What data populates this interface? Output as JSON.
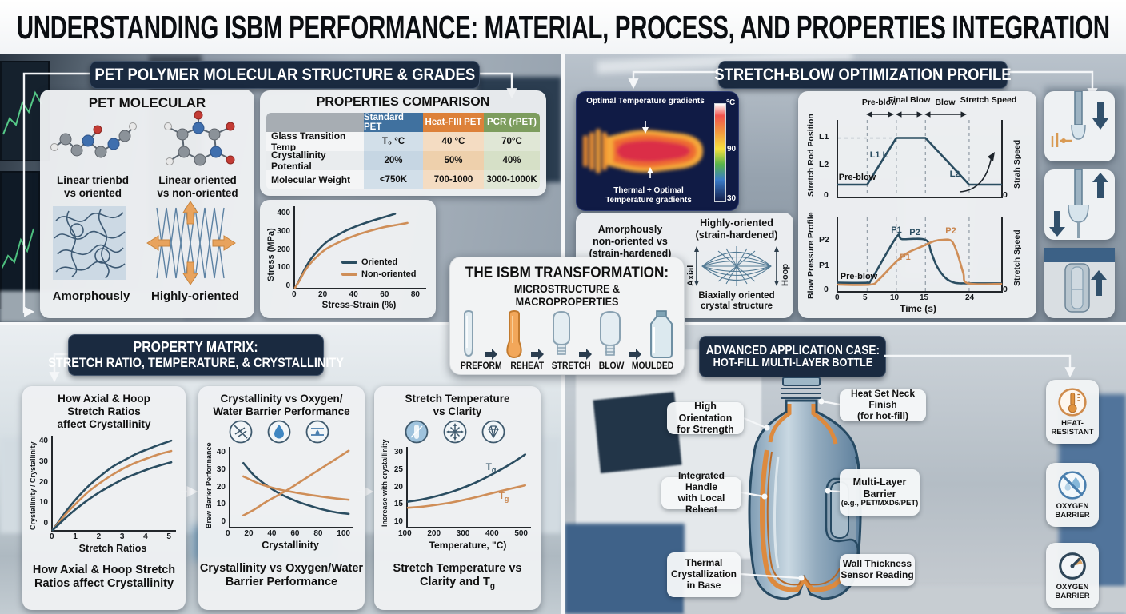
{
  "title": "UNDERSTANDING ISBM PERFORMANCE: MATERIAL, PROCESS, AND PROPERTIES INTEGRATION",
  "colors": {
    "header_navy": "#1a2a40",
    "chart_navy": "#2a4d61",
    "chart_orange": "#cf8e58",
    "std_pet": "#40719f",
    "heatfill": "#dd8139",
    "pcr": "#7d9d5e"
  },
  "pet_panel": {
    "header": "PET POLYMER MOLECULAR STRUCTURE & GRADES",
    "molecular": {
      "title": "PET MOLECULAR",
      "label_left": "Linear trienbd\nvs oriented",
      "label_right": "Linear oriented\nvs non-oriented",
      "texture_left": "Amorphously",
      "texture_right": "Highly-oriented"
    },
    "table": {
      "title": "PROPERTIES COMPARISON",
      "columns": [
        "Standard PET",
        "Heat-FIll PET",
        "PCR (rPET)"
      ],
      "rows": [
        {
          "label": "Glass Transition Temp",
          "values": [
            "T₀ °C",
            "40 °C",
            "70°C"
          ]
        },
        {
          "label": "Crystallinity Potential",
          "values": [
            "20%",
            "50%",
            "40%"
          ]
        },
        {
          "label": "Molecular Weight",
          "values": [
            "<750K",
            "700-1000",
            "3000-1000K"
          ]
        }
      ]
    }
  },
  "stretch_panel": {
    "header": "STRETCH-BLOW OPTIMIZATION PROFILE",
    "thermal": {
      "label_top": "Optimal Temperature gradients",
      "label_bottom": "Thermal + Optimal\nTemperature gradients",
      "scale_unit": "°C",
      "scale_max": "90",
      "scale_min": "30"
    },
    "morphology": {
      "left_text": "Amorphously\nnon-oriented vs\n(strain-hardened) PET",
      "right_title": "Highly-oriented\n(strain-hardened)",
      "axis_left": "Axial",
      "axis_right": "Hoop",
      "caption": "Biaxially oriented\ncrystal structure"
    }
  },
  "transformation": {
    "title1": "THE ISBM TRANSFORMATION:",
    "title2": "MICROSTRUCTURE & MACROPROPERTIES",
    "stages": [
      {
        "label": "PREFORM"
      },
      {
        "label": "REHEAT"
      },
      {
        "label": "STRETCH"
      },
      {
        "label": "BLOW"
      },
      {
        "label": "MOULDED"
      }
    ]
  },
  "matrix_panel": {
    "header1": "PROPERTY MATRIX:",
    "header2": "STRETCH RATIO, TEMPERATURE, & CRYSTALLINITY",
    "card1": {
      "title": "How Axial & Hoop\nStretch Ratios\naffect Crystallinity",
      "caption": "How Axial & Hoop Stretch\nRatios affect Crystallinity"
    },
    "card2": {
      "title": "Crystallinity vs Oxygen/\nWater Barrier Performance",
      "caption": "Crystallinity vs Oxygen/Water\nBarrier Performance"
    },
    "card3": {
      "title": "Stretch Temperature\nvs Clarity",
      "caption_main": "Stretch Temperature vs\nClarity and T",
      "caption_sub": "g"
    }
  },
  "application_panel": {
    "header1": "ADVANCED APPLICATION CASE:",
    "header2": "HOT-FILL MULTI-LAYER BOTTLE",
    "labels": {
      "high_orientation": "High Orientation\nfor Strength",
      "heat_set": "Heat Set Neck Finish\n(for hot-fill)",
      "handle": "Integrated Handle\nwith Local Reheat",
      "multilayer_main": "Multi-Layer\nBarrier",
      "multilayer_sub": "(e.g., PET/MXD6/PET)",
      "thermal_base": "Thermal\nCrystallization\nin Base",
      "wall_thickness": "Wall Thickness\nSensor Reading"
    },
    "badges": [
      {
        "label": "HEAT-\nRESISTANT",
        "icon": "thermometer-icon"
      },
      {
        "label": "OXYGEN\nBARRIER",
        "icon": "no-droplet-icon"
      },
      {
        "label": "OXYGEN\nBARRIER",
        "icon": "gauge-icon"
      }
    ]
  },
  "chart_data": {
    "stress_strain": {
      "type": "line",
      "ylabel": "Stress (MPa)",
      "xlabel": "Stress-Strain (%)",
      "xlim": [
        0,
        84
      ],
      "ylim": [
        0,
        430
      ],
      "xticks": [
        "0",
        "20",
        "40",
        "60",
        "80"
      ],
      "yticks": [
        "400",
        "300",
        "200",
        "100",
        "0"
      ],
      "legend": [
        {
          "name": "Oriented",
          "color": "#2a4d61"
        },
        {
          "name": "Non-oriented",
          "color": "#cf8e58"
        }
      ],
      "series": [
        {
          "name": "Oriented",
          "color": "#2a4d61",
          "points": [
            [
              0,
              0
            ],
            [
              3,
              45
            ],
            [
              6,
              95
            ],
            [
              10,
              150
            ],
            [
              15,
              200
            ],
            [
              20,
              240
            ],
            [
              26,
              272
            ],
            [
              33,
              303
            ],
            [
              40,
              327
            ],
            [
              48,
              350
            ],
            [
              56,
              370
            ],
            [
              64,
              390
            ]
          ]
        },
        {
          "name": "Non-oriented",
          "color": "#cf8e58",
          "points": [
            [
              0,
              0
            ],
            [
              3,
              40
            ],
            [
              6,
              85
            ],
            [
              10,
              130
            ],
            [
              15,
              172
            ],
            [
              20,
              205
            ],
            [
              26,
              232
            ],
            [
              33,
              258
            ],
            [
              40,
              280
            ],
            [
              48,
              300
            ],
            [
              56,
              318
            ],
            [
              64,
              330
            ],
            [
              72,
              342
            ]
          ]
        }
      ]
    },
    "rod_position": {
      "type": "line",
      "ylabel": "Stretch Rod Position",
      "right_label": "Strah Speed",
      "xlim": [
        0,
        28
      ],
      "ylim": [
        0,
        1.15
      ],
      "smooth": false,
      "yticks": [
        "L1",
        "L2",
        "0"
      ],
      "right_ticks": [
        "0"
      ],
      "phases": [
        "Pre-blow",
        "Final\nBlow",
        "Blow",
        "Stretch\nSpeed"
      ],
      "annotations": [
        {
          "text": "L1 L"
        },
        {
          "text": "Pre-blow"
        },
        {
          "text": "L2"
        }
      ],
      "vlines": [
        5,
        10,
        15,
        22.5
      ],
      "hline": {
        "y": 0.88,
        "x2": 10
      },
      "series": [
        {
          "name": "rod-position",
          "color": "#2a4d61",
          "points": [
            [
              0,
              0.18
            ],
            [
              5,
              0.18
            ],
            [
              10,
              0.88
            ],
            [
              15,
              0.88
            ],
            [
              22.5,
              0.18
            ],
            [
              28,
              0.18
            ]
          ]
        }
      ]
    },
    "pressure": {
      "type": "line",
      "ylabel": "Blow Pressure Profile",
      "right_label": "Stretch Speed",
      "xlabel": "Time (s)",
      "xlim": [
        0,
        28
      ],
      "ylim": [
        0,
        1.15
      ],
      "xticks": [
        "0",
        "5",
        "10",
        "15",
        "24"
      ],
      "yticks": [
        "P2",
        "P1",
        "0"
      ],
      "right_ticks": [
        "0"
      ],
      "annotations": [
        {
          "text": "Pre-blow"
        },
        {
          "text": "P1"
        },
        {
          "text": "P2"
        },
        {
          "text": "P1"
        },
        {
          "text": "P2"
        }
      ],
      "vlines": [
        5,
        10,
        15,
        22.5
      ],
      "series": [
        {
          "name": "pressure-navy",
          "color": "#2a4d61",
          "points": [
            [
              0,
              0.13
            ],
            [
              5,
              0.13
            ],
            [
              5.6,
              0.16
            ],
            [
              10,
              0.84
            ],
            [
              11,
              0.81
            ],
            [
              15,
              0.8
            ],
            [
              16,
              0.6
            ],
            [
              17,
              0.38
            ],
            [
              18.5,
              0.2
            ],
            [
              20,
              0.13
            ],
            [
              22,
              0.12
            ],
            [
              28,
              0.12
            ]
          ]
        },
        {
          "name": "pressure-orange",
          "color": "#cf8e58",
          "points": [
            [
              0,
              0.1
            ],
            [
              5.5,
              0.1
            ],
            [
              7,
              0.18
            ],
            [
              10,
              0.46
            ],
            [
              12,
              0.6
            ],
            [
              14,
              0.68
            ],
            [
              15,
              0.72
            ],
            [
              16.5,
              0.78
            ],
            [
              18,
              0.8
            ],
            [
              19.5,
              0.78
            ],
            [
              20.5,
              0.58
            ],
            [
              21.5,
              0.28
            ],
            [
              22.3,
              0.12
            ],
            [
              28,
              0.11
            ]
          ]
        }
      ]
    },
    "ratio_crystallinity": {
      "type": "line",
      "ylabel": "Crystallinity / Crystallinity",
      "xlabel": "Stretch Ratios",
      "xlim": [
        0,
        5.2
      ],
      "ylim": [
        0,
        42
      ],
      "xticks": [
        "0",
        "1",
        "2",
        "3",
        "4",
        "5"
      ],
      "yticks": [
        "40",
        "30",
        "20",
        "10",
        "0"
      ],
      "series": [
        {
          "name": "axial-high",
          "color": "#2a4d61",
          "points": [
            [
              0,
              0
            ],
            [
              0.5,
              7.5
            ],
            [
              1,
              14
            ],
            [
              1.5,
              19.5
            ],
            [
              2,
              24
            ],
            [
              2.5,
              28
            ],
            [
              3,
              31
            ],
            [
              3.5,
              33.8
            ],
            [
              4,
              36
            ],
            [
              4.5,
              38
            ],
            [
              5,
              39.8
            ]
          ]
        },
        {
          "name": "mid",
          "color": "#cf8e58",
          "points": [
            [
              0,
              0
            ],
            [
              0.5,
              6.5
            ],
            [
              1,
              12
            ],
            [
              1.5,
              17
            ],
            [
              2,
              21
            ],
            [
              2.5,
              24.5
            ],
            [
              3,
              27.5
            ],
            [
              3.5,
              30
            ],
            [
              4,
              32
            ],
            [
              4.5,
              33.8
            ],
            [
              5,
              35.2
            ]
          ]
        },
        {
          "name": "hoop-low",
          "color": "#2a4d61",
          "points": [
            [
              0,
              0
            ],
            [
              0.5,
              5
            ],
            [
              1,
              9.5
            ],
            [
              1.5,
              13.5
            ],
            [
              2,
              17
            ],
            [
              2.5,
              20
            ],
            [
              3,
              22.8
            ],
            [
              3.5,
              25
            ],
            [
              4,
              27
            ],
            [
              4.5,
              28.7
            ],
            [
              5,
              30.2
            ]
          ]
        }
      ]
    },
    "barrier": {
      "type": "line",
      "ylabel": "Brew Barier Perfonnance",
      "xlabel": "Crystallinity",
      "xlim": [
        0,
        104
      ],
      "ylim": [
        0,
        42
      ],
      "xticks": [
        "0",
        "20",
        "40",
        "60",
        "80",
        "100"
      ],
      "yticks": [
        "40",
        "30",
        "20",
        "10",
        "0"
      ],
      "series": [
        {
          "name": "barrier-decline",
          "color": "#2a4d61",
          "points": [
            [
              11,
              33.5
            ],
            [
              20,
              27
            ],
            [
              30,
              22
            ],
            [
              40,
              18
            ],
            [
              50,
              15
            ],
            [
              60,
              12.5
            ],
            [
              70,
              10.5
            ],
            [
              80,
              8.8
            ],
            [
              90,
              7.5
            ],
            [
              100,
              6.8
            ]
          ]
        },
        {
          "name": "rise",
          "color": "#cf8e58",
          "points": [
            [
              11,
              6
            ],
            [
              20,
              9
            ],
            [
              30,
              13
            ],
            [
              40,
              16.5
            ],
            [
              50,
              20
            ],
            [
              60,
              24
            ],
            [
              70,
              28
            ],
            [
              80,
              32
            ],
            [
              90,
              36
            ],
            [
              100,
              40
            ]
          ]
        },
        {
          "name": "gentle-decline",
          "color": "#cf8e58",
          "points": [
            [
              11,
              26.5
            ],
            [
              25,
              22.5
            ],
            [
              40,
              19.8
            ],
            [
              55,
              18
            ],
            [
              70,
              16.5
            ],
            [
              85,
              15.2
            ],
            [
              100,
              14.2
            ]
          ]
        }
      ]
    },
    "clarity": {
      "type": "line",
      "ylabel": "Increase with crystallinity",
      "xlabel": "Temperature, \"C)",
      "xlim": [
        100,
        520
      ],
      "ylim": [
        10,
        31
      ],
      "xticks": [
        "100",
        "200",
        "300",
        "400",
        "500"
      ],
      "yticks": [
        "30",
        "25",
        "20",
        "15",
        "10"
      ],
      "annotations": [
        {
          "t": "T",
          "sub": "g"
        },
        {
          "t": "T",
          "sub": "g"
        }
      ],
      "series": [
        {
          "name": "tg-navy",
          "color": "#2a4d61",
          "points": [
            [
              100,
              16.6
            ],
            [
              150,
              17.2
            ],
            [
              200,
              18.1
            ],
            [
              250,
              19.2
            ],
            [
              300,
              20.6
            ],
            [
              350,
              22.3
            ],
            [
              400,
              24.3
            ],
            [
              450,
              26.5
            ],
            [
              500,
              29
            ]
          ]
        },
        {
          "name": "tg-orange",
          "color": "#cf8e58",
          "points": [
            [
              100,
              15
            ],
            [
              150,
              15.3
            ],
            [
              200,
              15.8
            ],
            [
              250,
              16.4
            ],
            [
              300,
              17.2
            ],
            [
              350,
              18.1
            ],
            [
              400,
              19.1
            ],
            [
              450,
              20
            ],
            [
              500,
              20.9
            ]
          ]
        }
      ]
    }
  }
}
